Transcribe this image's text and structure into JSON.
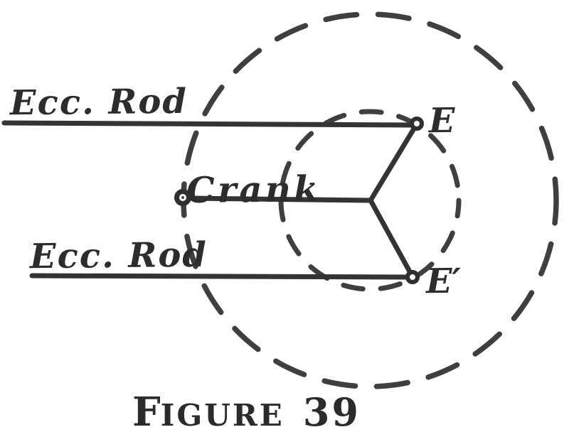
{
  "figure": {
    "caption": {
      "initial": "F",
      "rest": "IGURE",
      "number": "39"
    }
  },
  "labels": {
    "ecc_rod_top": "Ecc. Rod",
    "ecc_rod_bottom": "Ecc. Rod",
    "crank": "Crank",
    "point_e": "E",
    "point_e_prime": "E′"
  },
  "colors": {
    "ink_lines": "#343434",
    "ink_dashes": "#3f3f3f",
    "ink_text": "#2d2d2d",
    "background": "#ffffff"
  }
}
